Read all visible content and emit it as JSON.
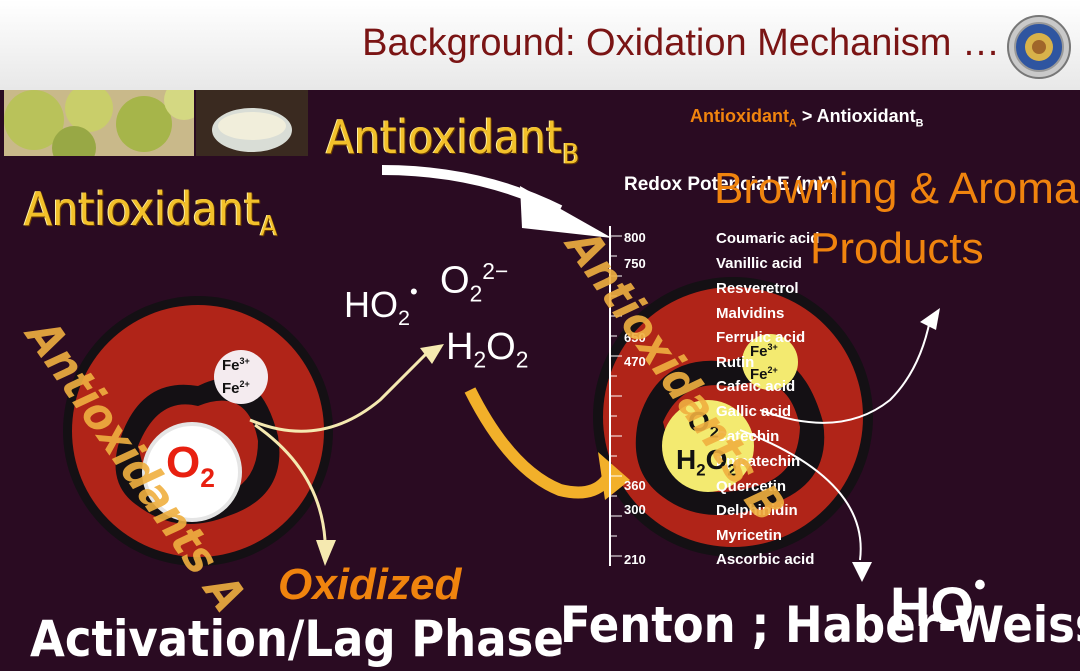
{
  "slide": {
    "title": "Background: Oxidation Mechanism …",
    "logo_icon": "university-seal-icon",
    "images": [
      "grapes-photo",
      "white-wine-glass-photo"
    ]
  },
  "labels": {
    "antioxidant_a": "Antioxidant",
    "antioxidant_a_sub": "A",
    "antioxidant_b": "Antioxidant",
    "antioxidant_b_sub": "B",
    "comparison_a": "Antioxidant",
    "comparison_a_sub": "A",
    "comparison_op": " > ",
    "comparison_b": "Antioxidant",
    "comparison_b_sub": "B",
    "antioxidants_a_diag": "Antioxidants A",
    "antioxidants_b_diag": "Antioxidants B",
    "redox_title": "Redox Potencial E (mV)",
    "browning_line1": "Browning & Aroma",
    "browning_line2": "Products",
    "oxidized": "Oxidized",
    "activation": "Activation/Lag Phase",
    "fenton": "Fenton ; Haber-Weiss",
    "ho_radical": "HO",
    "species": {
      "ho2": "HO",
      "ho2_sub": "2",
      "o2": "O",
      "o2_sub": "2",
      "o2_sup": "2",
      "minus": "−",
      "h2o2_h": "H",
      "h2o2_sub1": "2",
      "h2o2_o": "O",
      "h2o2_sub2": "2",
      "o2_big": "O",
      "o2_big_sub": "2",
      "fe3": "Fe",
      "fe3_sup": "3+",
      "fe2": "Fe",
      "fe2_sup": "2+",
      "o2_right": "O",
      "o2_right_sub": "2",
      "h2o2_right_h": "H",
      "h2o2_right_sub1": "2",
      "h2o2_right_o": "O",
      "h2o2_right_sub2": "2"
    }
  },
  "scale": {
    "ticks": [
      "800",
      "750",
      "650",
      "470",
      "360",
      "300",
      "210"
    ],
    "compounds": [
      "Coumaric acid",
      "Vanillic acid",
      "Resveretrol",
      "Malvidins",
      "Ferrulic acid",
      "Rutin",
      "Cafeic acid",
      "Gallic acid",
      "Catechin",
      "Epicatechin",
      "Quercetin",
      "Delphinidin",
      "Myricetin",
      "Ascorbic acid"
    ]
  },
  "colors": {
    "background": "#2a0b22",
    "title": "#7a1414",
    "gold": "#f2c02a",
    "orange": "#f0840e",
    "cell_red": "#b02418"
  }
}
